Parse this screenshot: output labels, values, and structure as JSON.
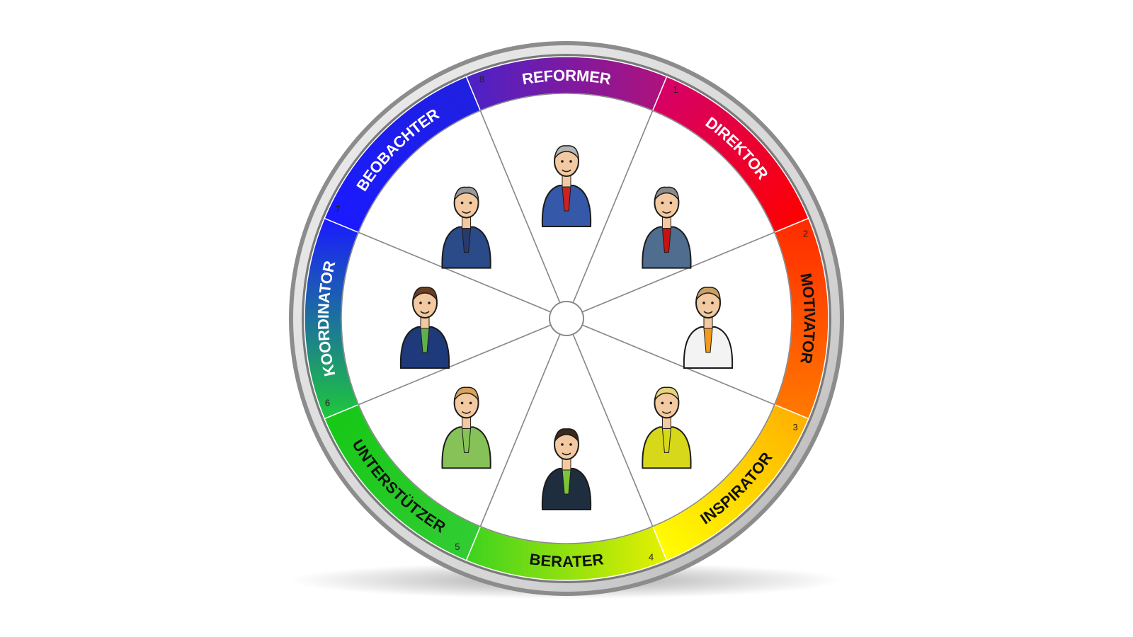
{
  "wheel": {
    "segments": [
      {
        "number": "1",
        "label": "DIREKTOR",
        "label_color": "#ffffff",
        "colors": [
          "#d4006a",
          "#ff0000"
        ],
        "figure": "businessman-figure"
      },
      {
        "number": "2",
        "label": "MOTIVATOR",
        "label_color": "#111111",
        "colors": [
          "#ff2a00",
          "#ff7a00"
        ],
        "figure": "enthusiastic-man-figure"
      },
      {
        "number": "3",
        "label": "INSPIRATOR",
        "label_color": "#111111",
        "colors": [
          "#ffb000",
          "#ffff00"
        ],
        "figure": "cheerful-woman-figure"
      },
      {
        "number": "4",
        "label": "BERATER",
        "label_color": "#111111",
        "colors": [
          "#e6f000",
          "#3cd21e"
        ],
        "figure": "advisor-man-figure"
      },
      {
        "number": "5",
        "label": "UNTERSTÜTZER",
        "label_color": "#111111",
        "colors": [
          "#33cc33",
          "#16c816"
        ],
        "figure": "supporter-woman-figure"
      },
      {
        "number": "6",
        "label": "KOORDINATOR",
        "label_color": "#ffffff",
        "colors": [
          "#1fc83a",
          "#1a1aff"
        ],
        "figure": "coordinator-woman-figure"
      },
      {
        "number": "7",
        "label": "BEOBACHTER",
        "label_color": "#ffffff",
        "colors": [
          "#1a1aff",
          "#2020e0"
        ],
        "figure": "observer-man-figure"
      },
      {
        "number": "8",
        "label": "REFORMER",
        "label_color": "#ffffff",
        "colors": [
          "#4a22c8",
          "#b0127a"
        ],
        "figure": "reformer-woman-figure"
      }
    ]
  }
}
